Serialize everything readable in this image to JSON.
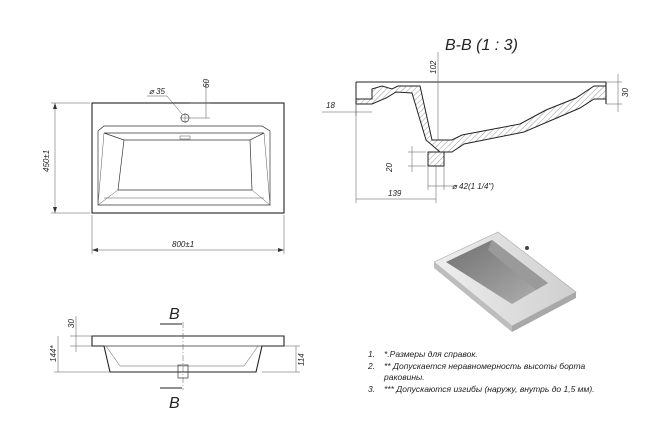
{
  "section": {
    "title": "B-B (1 : 3)",
    "dims": {
      "d102": "102",
      "d30": "30",
      "d18": "18",
      "d20": "20",
      "d139": "139",
      "drain": "⌀ 42(1 1/4\")"
    }
  },
  "top_view": {
    "width": "800±1",
    "height": "450±1",
    "hole": "⌀ 35",
    "hole_offset": "60"
  },
  "front_view": {
    "cut_label_top": "B",
    "cut_label_bottom": "B",
    "d30": "30",
    "d144": "144*",
    "d114": "114"
  },
  "notes": [
    {
      "num": "1.",
      "text": "*.Размеры для справок."
    },
    {
      "num": "2.",
      "text": "** Допускается неравномерность высоты борта"
    },
    {
      "num": "",
      "text": "раковины."
    },
    {
      "num": "3.",
      "text": "*** Допускаются изгибы (наружу, внутрь до 1,5 мм)."
    }
  ],
  "colors": {
    "line": "#333333",
    "hatch": "#555555",
    "render_body": "#dcdcdc",
    "render_basin": "#8e8e8e"
  }
}
